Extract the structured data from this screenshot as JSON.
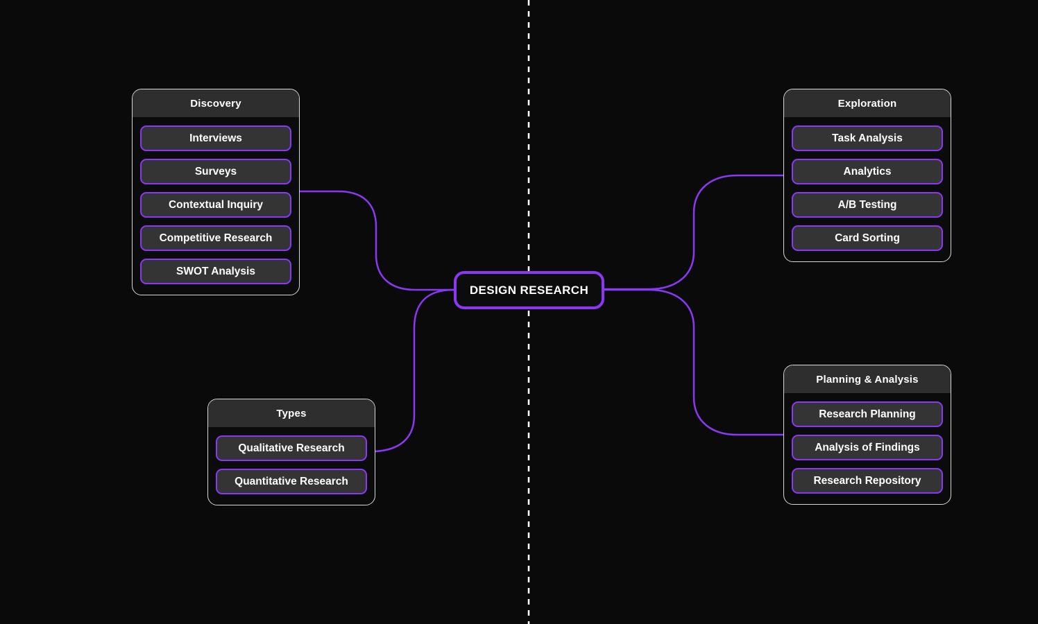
{
  "canvas": {
    "title": "DESIGN RESEARCH mind map",
    "colors": {
      "background": "#0A0A0A",
      "accent_purple": "#8A38F5",
      "card_border": "#D9D9D9",
      "card_header_bg": "#2E2E2E",
      "item_bg": "#343434",
      "text": "#FFFFFF",
      "divider": "#FFFFFF"
    }
  },
  "center_node": {
    "label": "DESIGN RESEARCH"
  },
  "groups": [
    {
      "title": "Discovery",
      "items": [
        "Interviews",
        "Surveys",
        "Contextual Inquiry",
        "Competitive Research",
        "SWOT Analysis"
      ]
    },
    {
      "title": "Exploration",
      "items": [
        "Task Analysis",
        "Analytics",
        "A/B Testing",
        "Card Sorting"
      ]
    },
    {
      "title": "Types",
      "items": [
        "Qualitative Research",
        "Quantitative Research"
      ]
    },
    {
      "title": "Planning & Analysis",
      "items": [
        "Research Planning",
        "Analysis of Findings",
        "Research Repository"
      ]
    }
  ]
}
